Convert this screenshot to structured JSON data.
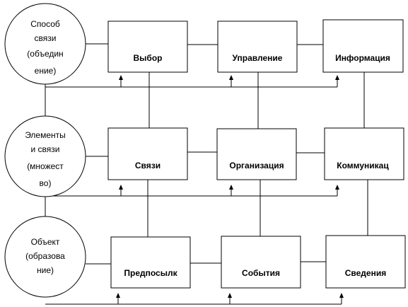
{
  "circles": [
    {
      "lines": [
        "Способ",
        "связи",
        "(объедин",
        "ение)"
      ]
    },
    {
      "lines": [
        "Элементы",
        "и связи",
        "(множест",
        "во)"
      ]
    },
    {
      "lines": [
        "Объект",
        "(образова",
        "ние)"
      ]
    }
  ],
  "boxes": {
    "row1": [
      "Выбор",
      "Управление",
      "Информация"
    ],
    "row2": [
      "Связи",
      "Организация",
      "Коммуникац"
    ],
    "row3": [
      "Предпосылк",
      "События",
      "Сведения"
    ]
  }
}
